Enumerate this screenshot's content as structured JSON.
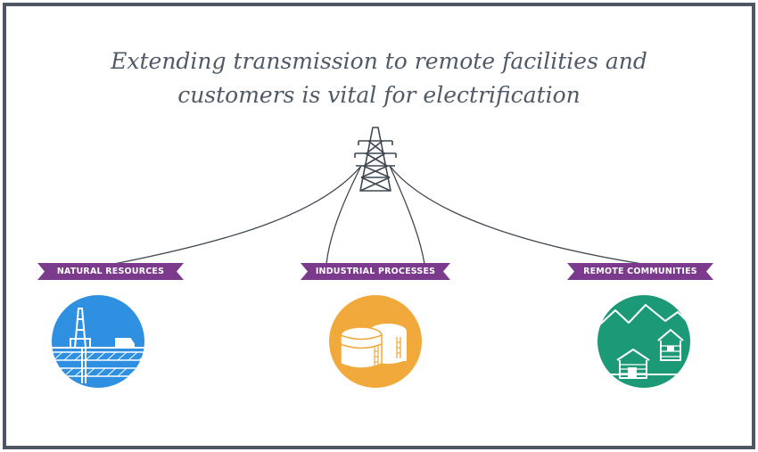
{
  "title": {
    "line1": "Extending transmission to remote facilities and",
    "line2": "customers is vital for electrification"
  },
  "categories": [
    {
      "label": "NATURAL RESOURCES",
      "icon": "oil-rig-icon",
      "color": "#2f8fe0"
    },
    {
      "label": "INDUSTRIAL PROCESSES",
      "icon": "storage-tanks-icon",
      "color": "#f2a93b"
    },
    {
      "label": "REMOTE COMMUNITIES",
      "icon": "cabins-mountains-icon",
      "color": "#1c9a78"
    }
  ],
  "colors": {
    "ribbon": "#7b3a8c",
    "lines": "#3f4852",
    "frame": "#4d5662",
    "title": "#505a66"
  },
  "central_icon": "transmission-tower-icon"
}
